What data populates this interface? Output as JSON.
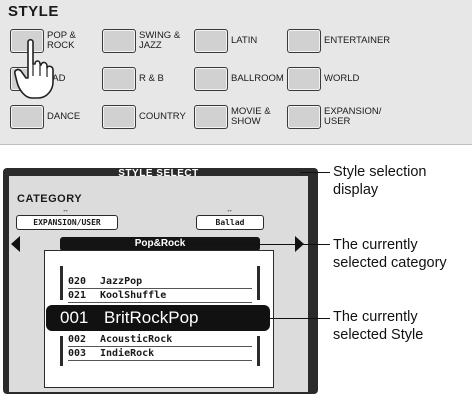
{
  "panel": {
    "title": "STYLE",
    "buttons": [
      {
        "label": "POP &\nROCK"
      },
      {
        "label": "SWING &\nJAZZ"
      },
      {
        "label": "LATIN"
      },
      {
        "label": "ENTERTAINER"
      },
      {
        "label": "LAD"
      },
      {
        "label": "R & B"
      },
      {
        "label": "BALLROOM"
      },
      {
        "label": "WORLD"
      },
      {
        "label": "DANCE"
      },
      {
        "label": "COUNTRY"
      },
      {
        "label": "MOVIE &\nSHOW"
      },
      {
        "label": "EXPANSION/\nUSER"
      }
    ]
  },
  "display": {
    "header": "STYLE SELECT",
    "category_label": "CATEGORY",
    "tab_left": "EXPANSION/USER",
    "tab_right": "Ballad",
    "tick": "↔",
    "current_category": "Pop&Rock",
    "items_above": [
      {
        "num": "020",
        "name": "JazzPop"
      },
      {
        "num": "021",
        "name": "KoolShuffle"
      }
    ],
    "selected": {
      "num": "001",
      "name": "BritRockPop"
    },
    "items_below": [
      {
        "num": "002",
        "name": "AcousticRock"
      },
      {
        "num": "003",
        "name": "IndieRock"
      }
    ]
  },
  "callouts": {
    "display": "Style selection\ndisplay",
    "category": "The currently\nselected category",
    "style": "The currently\nselected Style"
  }
}
